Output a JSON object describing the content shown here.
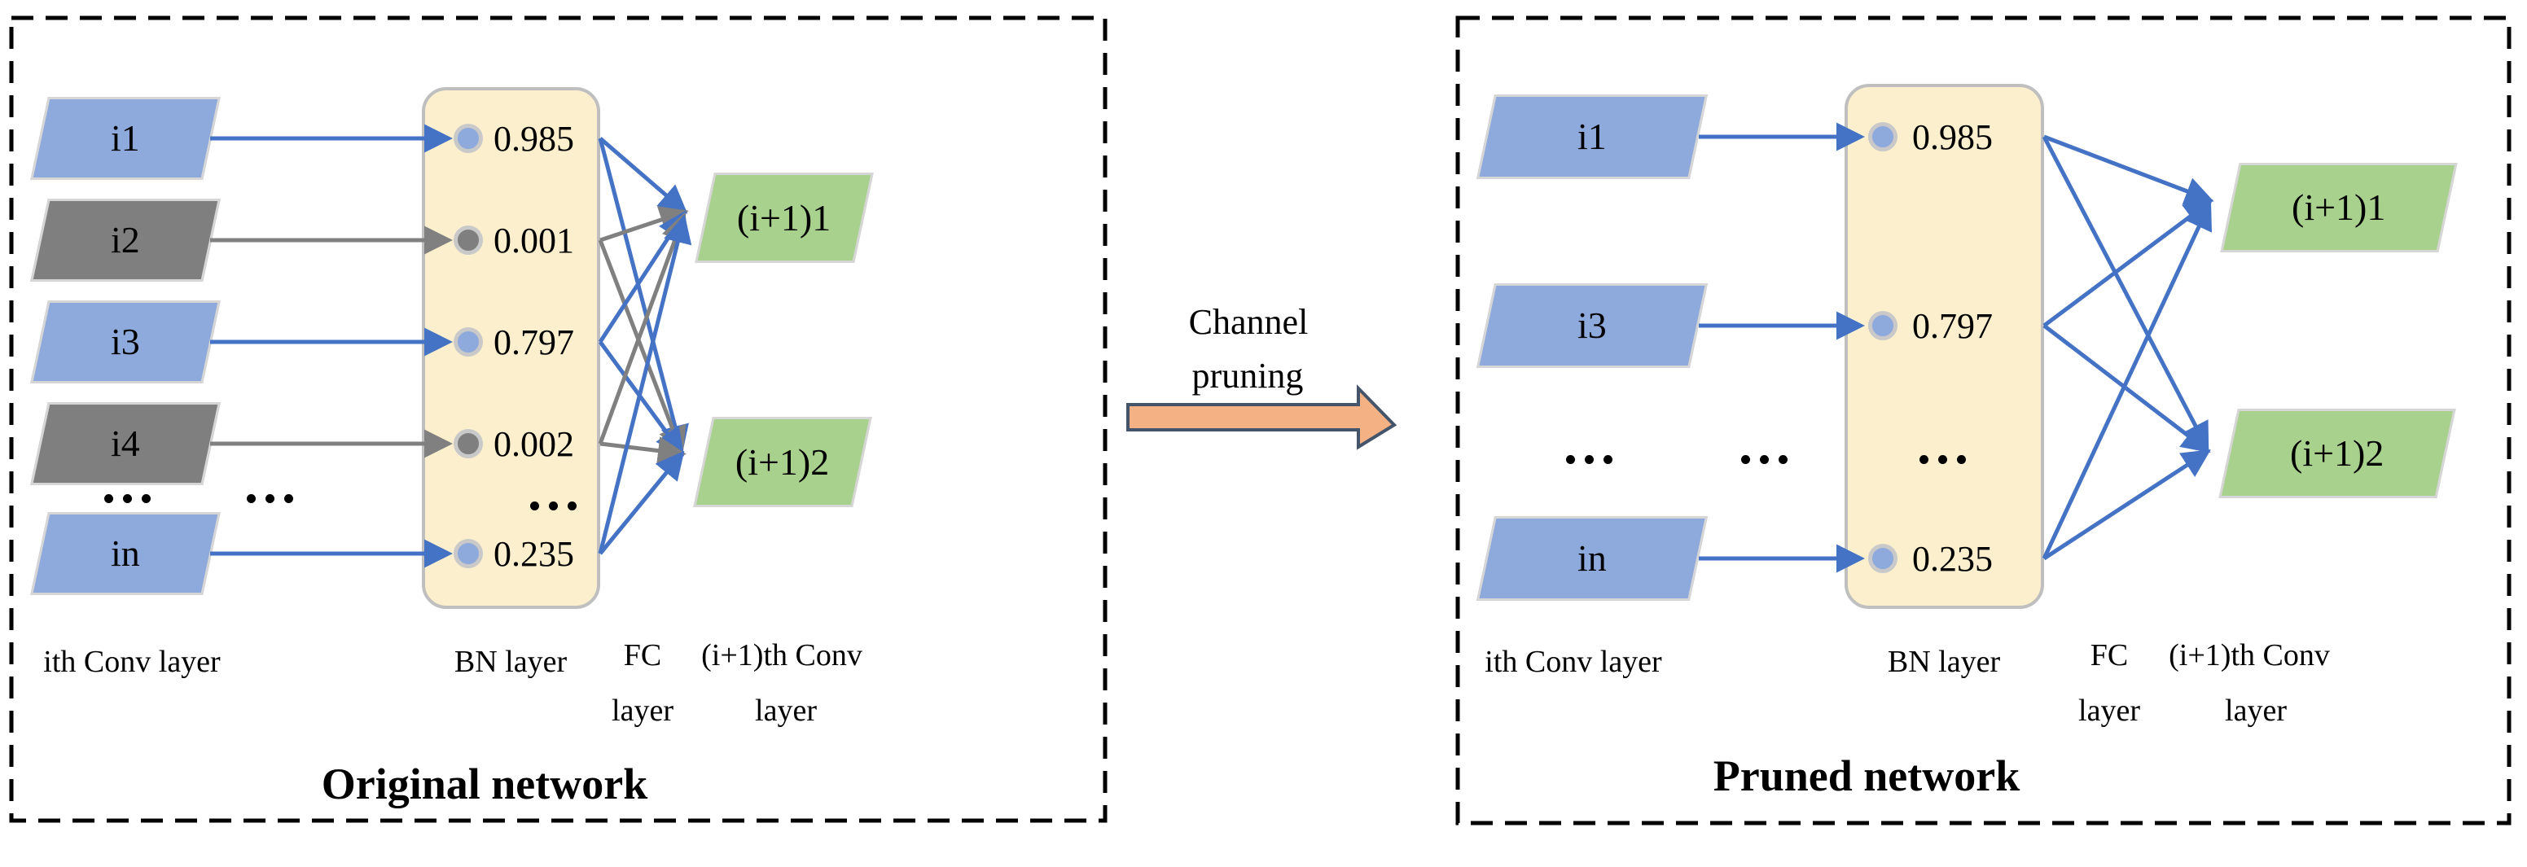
{
  "left_panel": {
    "title": "Original network",
    "conv_label": "ith Conv layer",
    "bn_label": "BN layer",
    "fc_label_line1": "FC",
    "fc_label_line2": "layer",
    "next_conv_label_line1": "(i+1)th Conv",
    "next_conv_label_line2": "layer",
    "channels": [
      {
        "id": "i1",
        "pruned": false,
        "bn_value": "0.985"
      },
      {
        "id": "i2",
        "pruned": true,
        "bn_value": "0.001"
      },
      {
        "id": "i3",
        "pruned": false,
        "bn_value": "0.797"
      },
      {
        "id": "i4",
        "pruned": true,
        "bn_value": "0.002"
      },
      {
        "id": "in",
        "pruned": false,
        "bn_value": "0.235"
      }
    ],
    "outputs": [
      "(i+1)1",
      "(i+1)2"
    ]
  },
  "pruning_arrow": {
    "label_line1": "Channel",
    "label_line2": "pruning"
  },
  "right_panel": {
    "title": "Pruned network",
    "conv_label": "ith Conv layer",
    "bn_label": "BN layer",
    "fc_label_line1": "FC",
    "fc_label_line2": "layer",
    "next_conv_label_line1": "(i+1)th Conv",
    "next_conv_label_line2": "layer",
    "channels": [
      {
        "id": "i1",
        "pruned": false,
        "bn_value": "0.985"
      },
      {
        "id": "i3",
        "pruned": false,
        "bn_value": "0.797"
      },
      {
        "id": "in",
        "pruned": false,
        "bn_value": "0.235"
      }
    ],
    "outputs": [
      "(i+1)1",
      "(i+1)2"
    ]
  },
  "icons": {
    "ellipsis": "three-dots-horizontal"
  },
  "colors": {
    "channel_active": "#8EA9DB",
    "channel_pruned": "#7F7F7F",
    "bn_box_fill": "#FCEFCD",
    "bn_box_border": "#BFBFBF",
    "output_channel": "#A9D18E",
    "line_active": "#4472C4",
    "line_pruned": "#808080",
    "pruning_arrow_fill": "#F4B183",
    "pruning_arrow_border": "#44546A",
    "panel_border": "#000000"
  }
}
